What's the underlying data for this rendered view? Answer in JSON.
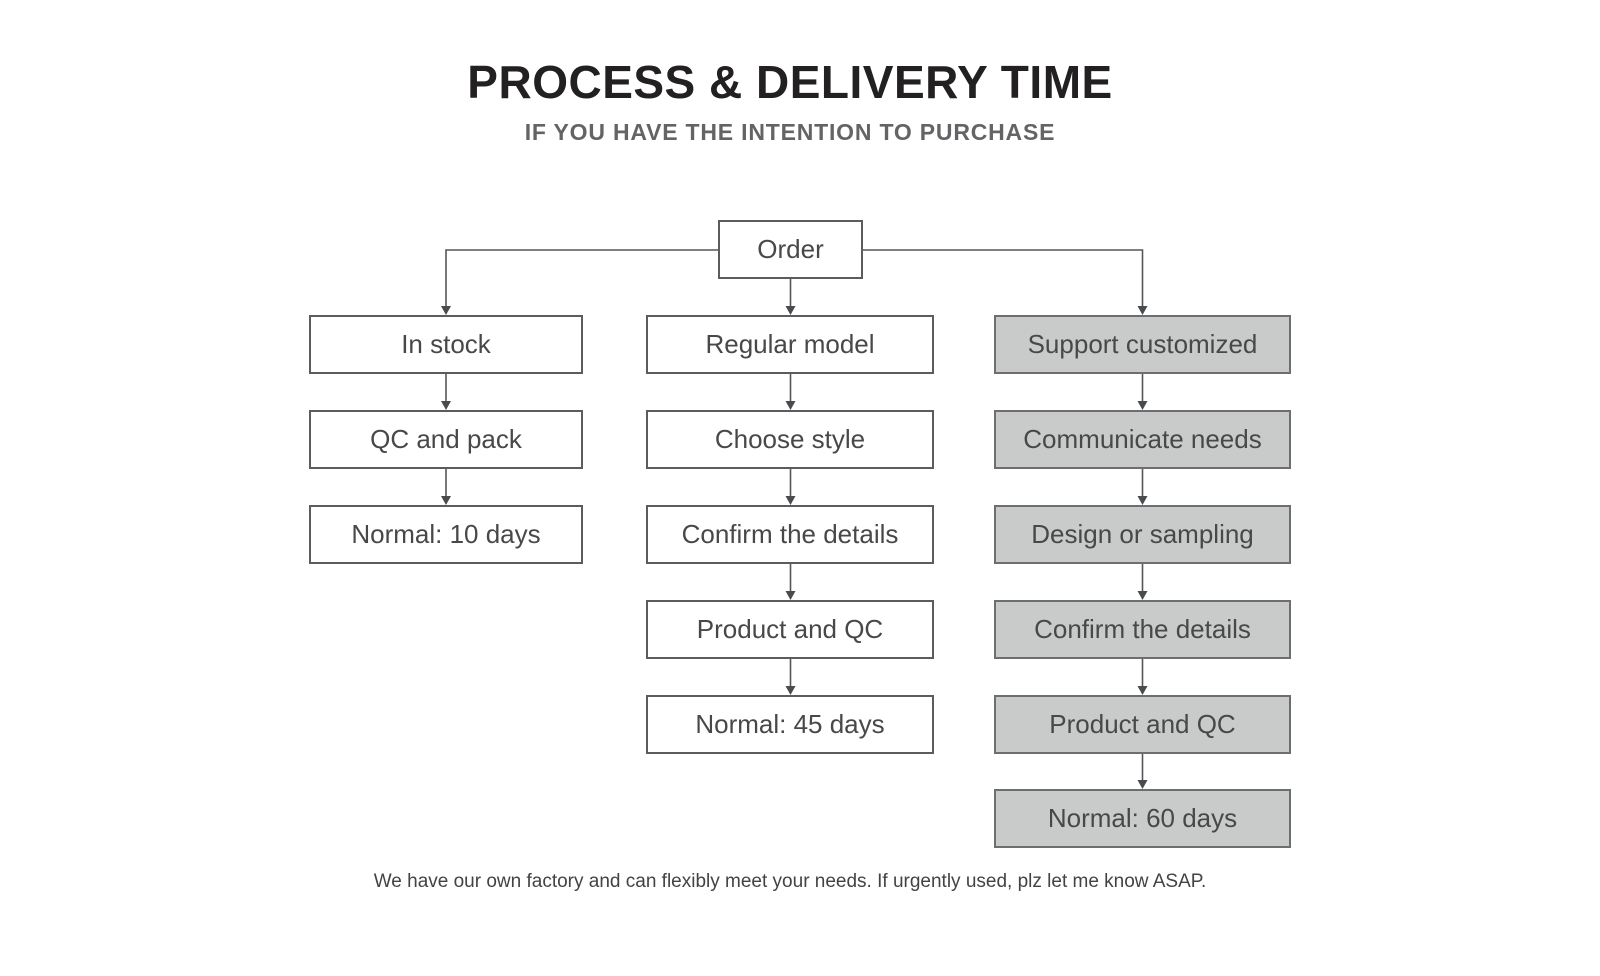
{
  "header": {
    "title": "PROCESS & DELIVERY TIME",
    "subtitle": "IF YOU HAVE THE INTENTION TO PURCHASE"
  },
  "flowchart": {
    "root_label": "Order",
    "columns": [
      {
        "id": "in-stock",
        "style": "outline",
        "steps": [
          "In stock",
          "QC and pack",
          "Normal: 10 days"
        ]
      },
      {
        "id": "regular-model",
        "style": "outline",
        "steps": [
          "Regular model",
          "Choose style",
          "Confirm the details",
          "Product and QC",
          "Normal: 45 days"
        ]
      },
      {
        "id": "support-customized",
        "style": "filled",
        "steps": [
          "Support customized",
          "Communicate needs",
          "Design or sampling",
          "Confirm the details",
          "Product and QC",
          "Normal: 60 days"
        ]
      }
    ]
  },
  "footer": {
    "note": "We have our own factory and can flexibly meet your needs. If urgently used, plz let me know ASAP."
  },
  "colors": {
    "background": "#ffffff",
    "box_border": "#5b5c5e",
    "box_fill": "#ffffff",
    "box_fill_filled": "#c9caca",
    "connector": "#55565a",
    "title_text": "#232021",
    "subtitle_text": "#636466",
    "box_text": "#48484a",
    "footer_text": "#434345"
  }
}
